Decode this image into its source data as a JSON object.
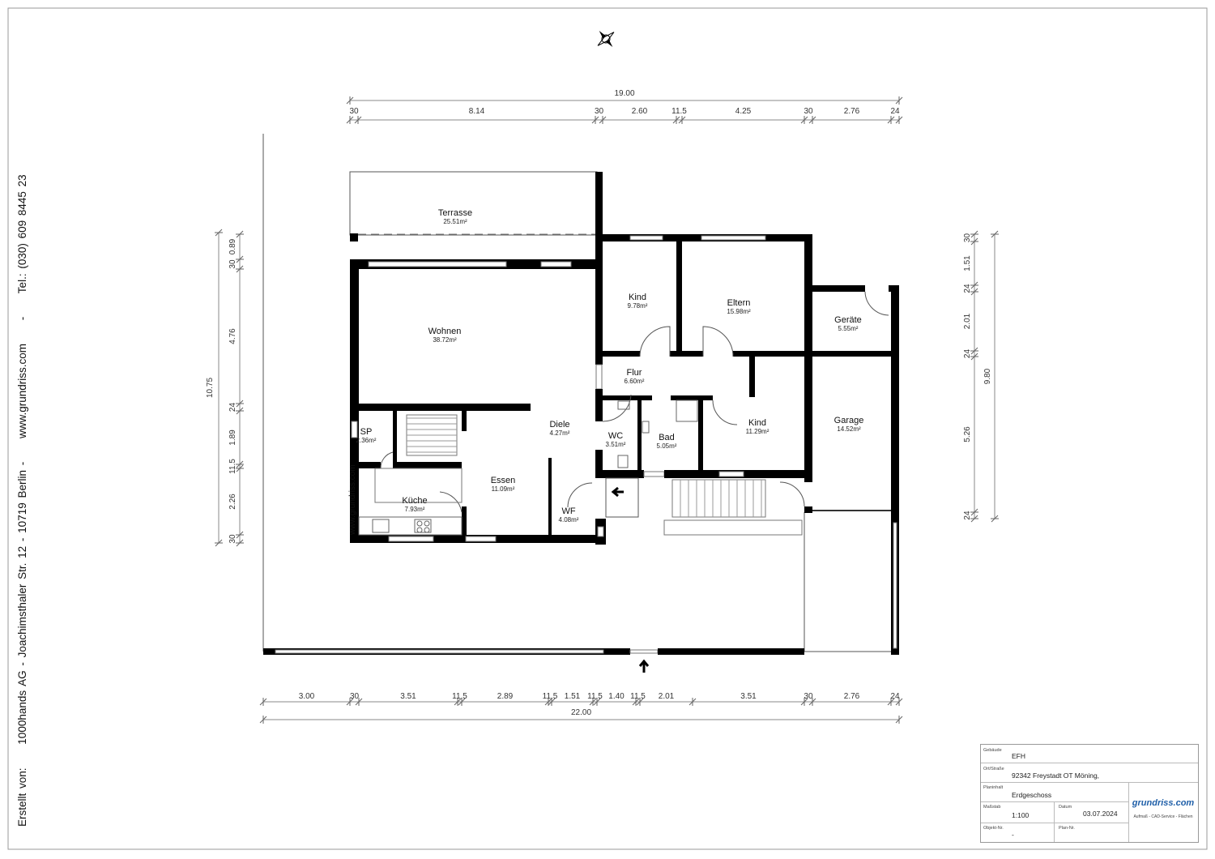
{
  "sidebar_text": {
    "created_by": "Erstellt von:",
    "company": "1000hands AG - Joachimsthaler Str. 12 - 10719 Berlin -",
    "web": "www.grundriss.com",
    "sep": "-",
    "phone": "Tel.: (030) 609 8445 23"
  },
  "watermark": "www.grundriss.com",
  "rooms": [
    {
      "name": "Terrasse",
      "area": "25.51m²"
    },
    {
      "name": "Wohnen",
      "area": "38.72m²"
    },
    {
      "name": "Kind",
      "area": "9.78m²"
    },
    {
      "name": "Eltern",
      "area": "15.98m²"
    },
    {
      "name": "Geräte",
      "area": "5.55m²"
    },
    {
      "name": "Flur",
      "area": "6.60m²"
    },
    {
      "name": "Diele",
      "area": "4.27m²"
    },
    {
      "name": "WC",
      "area": "3.51m²"
    },
    {
      "name": "Bad",
      "area": "5.05m²"
    },
    {
      "name": "Kind",
      "area": "11.29m²"
    },
    {
      "name": "Garage",
      "area": "14.52m²"
    },
    {
      "name": "SP",
      "area": "2.36m²"
    },
    {
      "name": "Küche",
      "area": "7.93m²"
    },
    {
      "name": "Essen",
      "area": "11.09m²"
    },
    {
      "name": "WF",
      "area": "4.08m²"
    }
  ],
  "dimensions": {
    "top_total": "19.00",
    "top_chain": [
      "30",
      "8.14",
      "30",
      "2.60",
      "11.5",
      "4.25",
      "30",
      "2.76",
      "24"
    ],
    "bottom_chain": [
      "3.00",
      "30",
      "3.51",
      "11.5",
      "2.89",
      "11.5",
      "1.51",
      "11.5",
      "1.40",
      "11.5",
      "2.01",
      "3.51",
      "30",
      "2.76",
      "24"
    ],
    "bottom_total": "22.00",
    "left_total": "10.75",
    "left_chain": [
      "30",
      "2.26",
      "11.5",
      "1.89",
      "24",
      "4.76",
      "30",
      "0.89"
    ],
    "right_total": "9.80",
    "right_chain": [
      "24",
      "5.26",
      "24",
      "2.01",
      "24",
      "1.51",
      "30"
    ]
  },
  "title_block": {
    "building_label": "Gebäude",
    "building": "EFH",
    "address_label": "Ort/Straße",
    "address": "92342 Freystadt OT Möning,",
    "content_label": "Planinhalt",
    "content": "Erdgeschoss",
    "scale_label": "Maßstab",
    "scale": "1:100",
    "date_label": "Datum",
    "date": "03.07.2024",
    "object_label": "Objekt-Nr.",
    "object": "-",
    "plan_label": "Plan-Nr.",
    "logo": "grundriss.com",
    "logo_sub": "Aufmaß - CAD-Service - Flächen"
  }
}
